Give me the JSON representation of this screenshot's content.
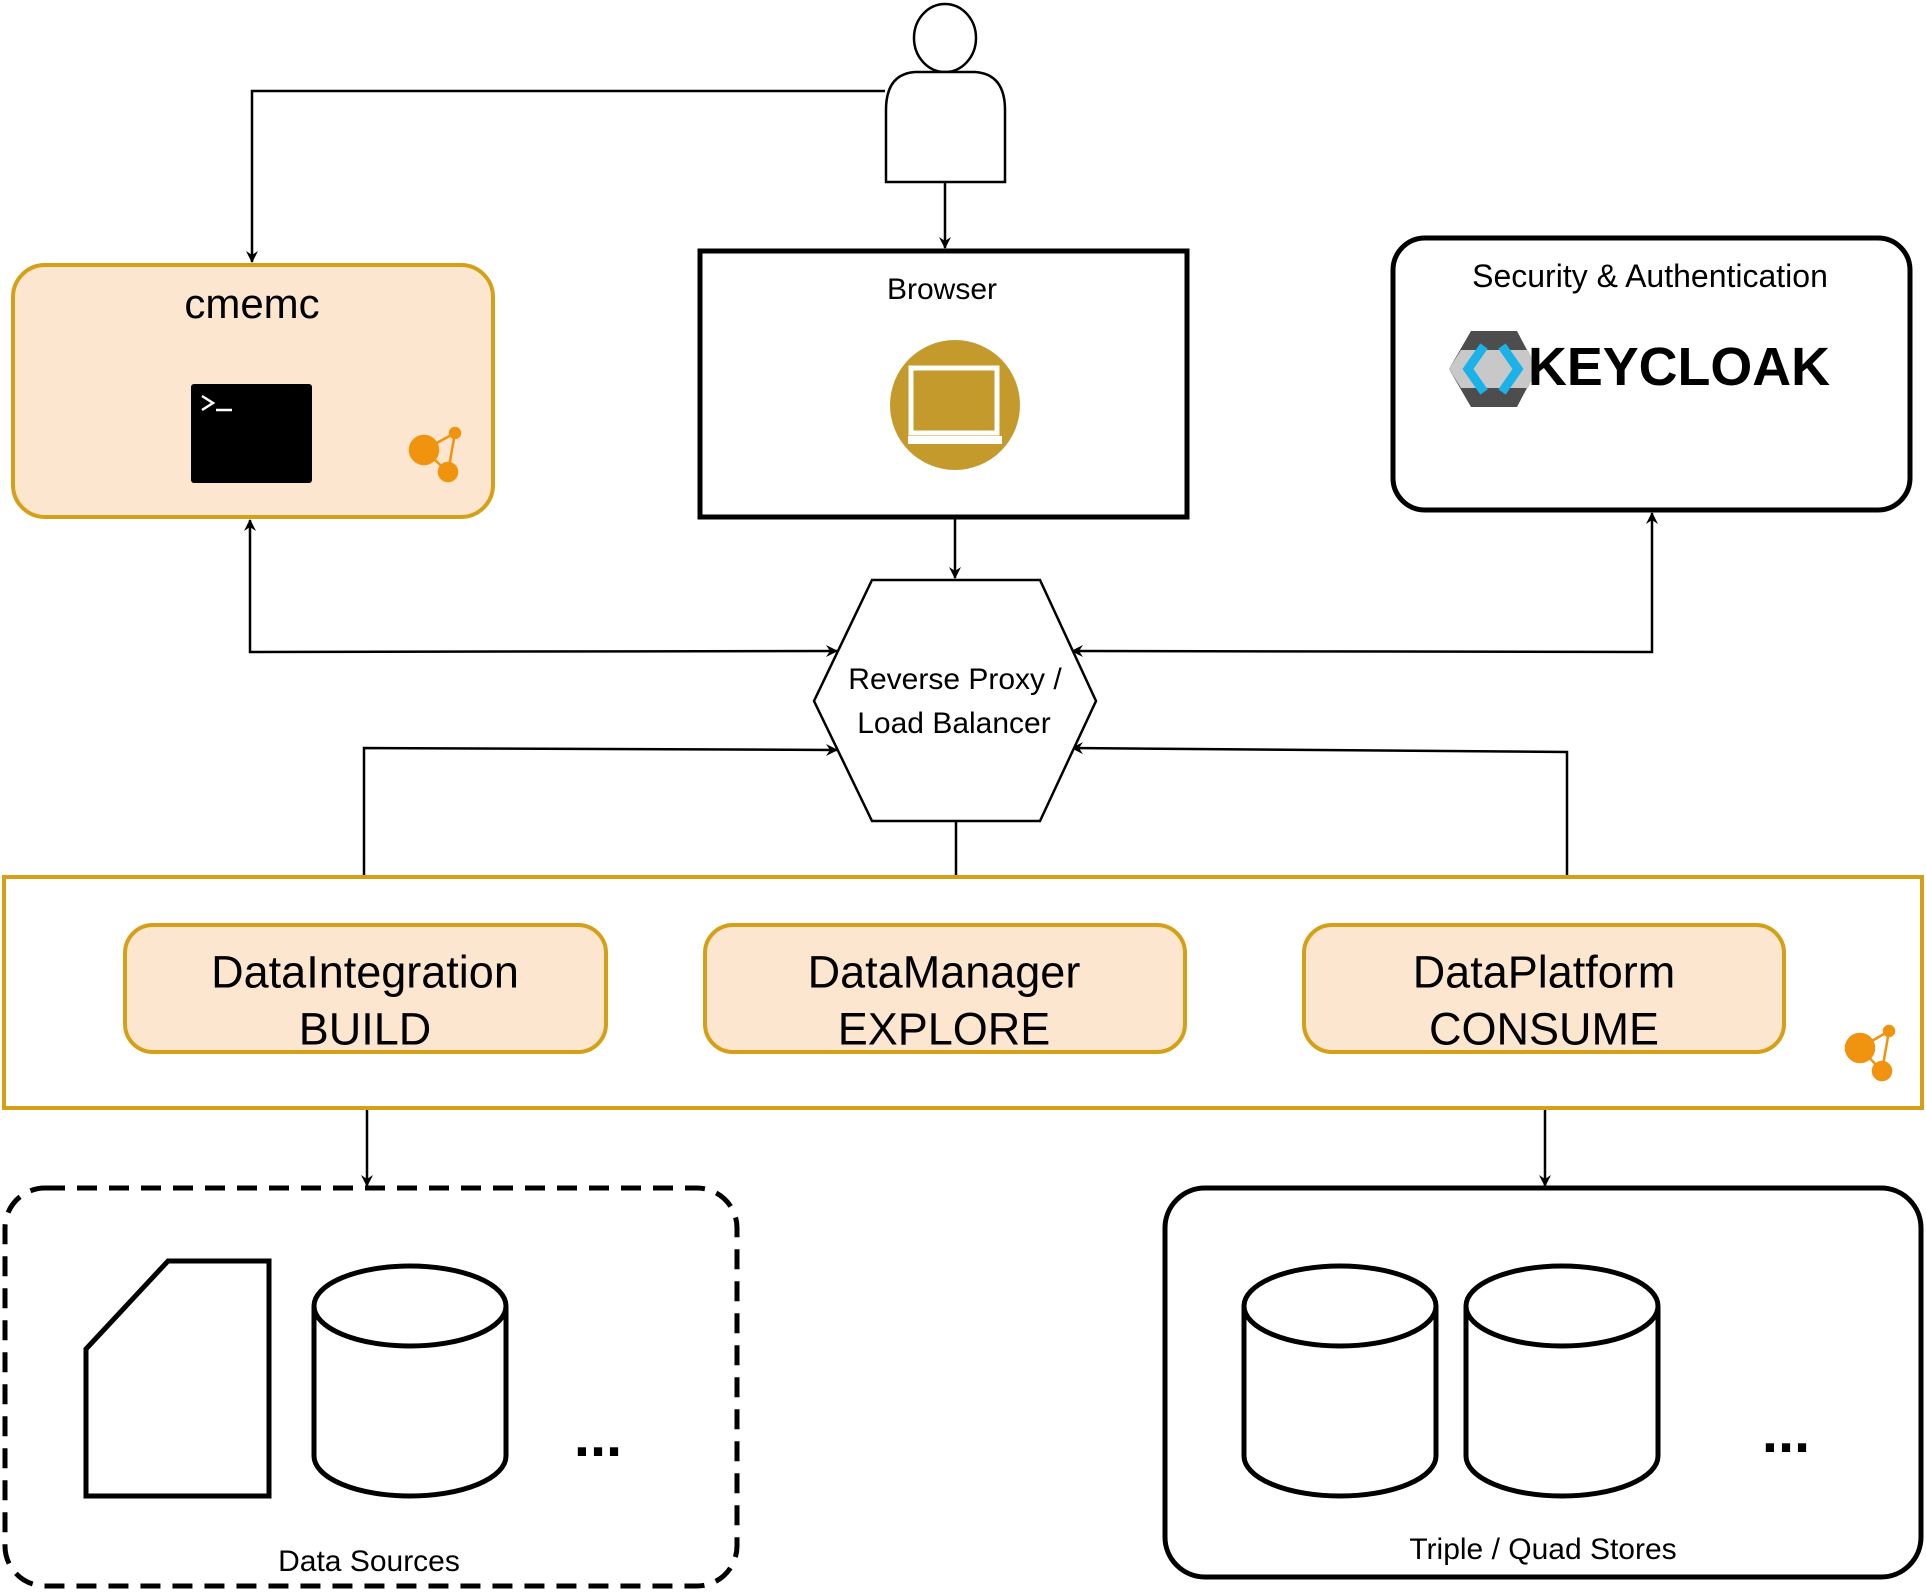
{
  "nodes": {
    "cmemc": {
      "title": "cmemc"
    },
    "browser": {
      "title": "Browser"
    },
    "security": {
      "title": "Security & Authentication",
      "logo_text": "KEYCLOAK"
    },
    "proxy": {
      "line1": "Reverse Proxy /",
      "line2": "Load Balancer"
    },
    "data_integration": {
      "line1": "DataIntegration",
      "line2": "BUILD"
    },
    "data_manager": {
      "line1": "DataManager",
      "line2": "EXPLORE"
    },
    "data_platform": {
      "line1": "DataPlatform",
      "line2": "CONSUME"
    },
    "data_sources": {
      "label": "Data Sources",
      "ellipsis": "..."
    },
    "triple_stores": {
      "label": "Triple / Quad Stores",
      "ellipsis": "..."
    }
  },
  "colors": {
    "accent_gold": "#d4a017",
    "fill_peach": "#fde6cf",
    "browser_icon": "#c49a2c",
    "node_orange": "#f0930e",
    "keycloak_blue": "#1ab2e8",
    "keycloak_gray": "#6b6b6b"
  },
  "icons": [
    "user-icon",
    "terminal-icon",
    "monitor-icon",
    "keycloak-logo",
    "graph-node-icon",
    "file-icon",
    "database-icon"
  ]
}
